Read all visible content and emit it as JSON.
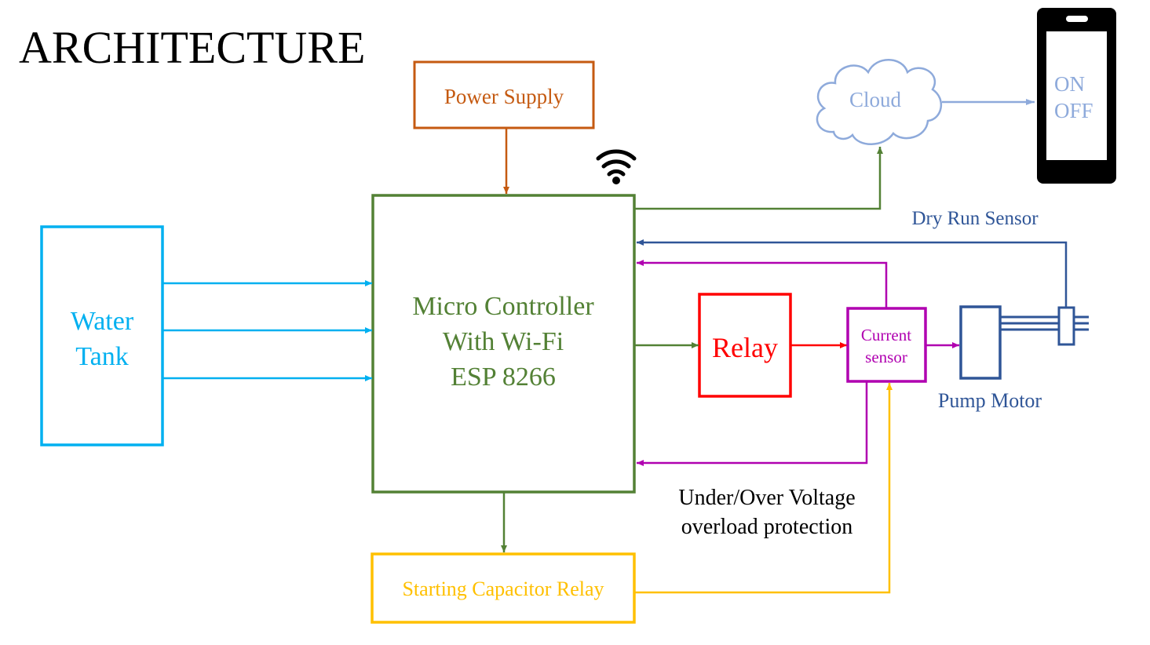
{
  "title": "ARCHITECTURE",
  "blocks": {
    "power_supply": "Power Supply",
    "water_tank": [
      "Water",
      "Tank"
    ],
    "micro_controller": [
      "Micro Controller",
      "With Wi-Fi",
      "ESP 8266"
    ],
    "relay": "Relay",
    "current_sensor": [
      "Current",
      "sensor"
    ],
    "pump_motor": "Pump Motor",
    "starting_capacitor_relay": "Starting Capacitor Relay",
    "cloud": "Cloud",
    "phone": [
      "ON",
      "OFF"
    ]
  },
  "labels": {
    "dry_run_sensor": "Dry Run Sensor",
    "protection": [
      "Under/Over Voltage",
      "overload protection"
    ]
  },
  "colors": {
    "title": "#000000",
    "power_supply": "#c55a11",
    "water_tank": "#00b0f0",
    "micro_controller": "#538135",
    "relay": "#ff0000",
    "current_sensor": "#b000b0",
    "pump_motor": "#2f5597",
    "starting_capacitor_relay": "#ffc000",
    "cloud": "#8eaadb",
    "phone": "#000000"
  }
}
